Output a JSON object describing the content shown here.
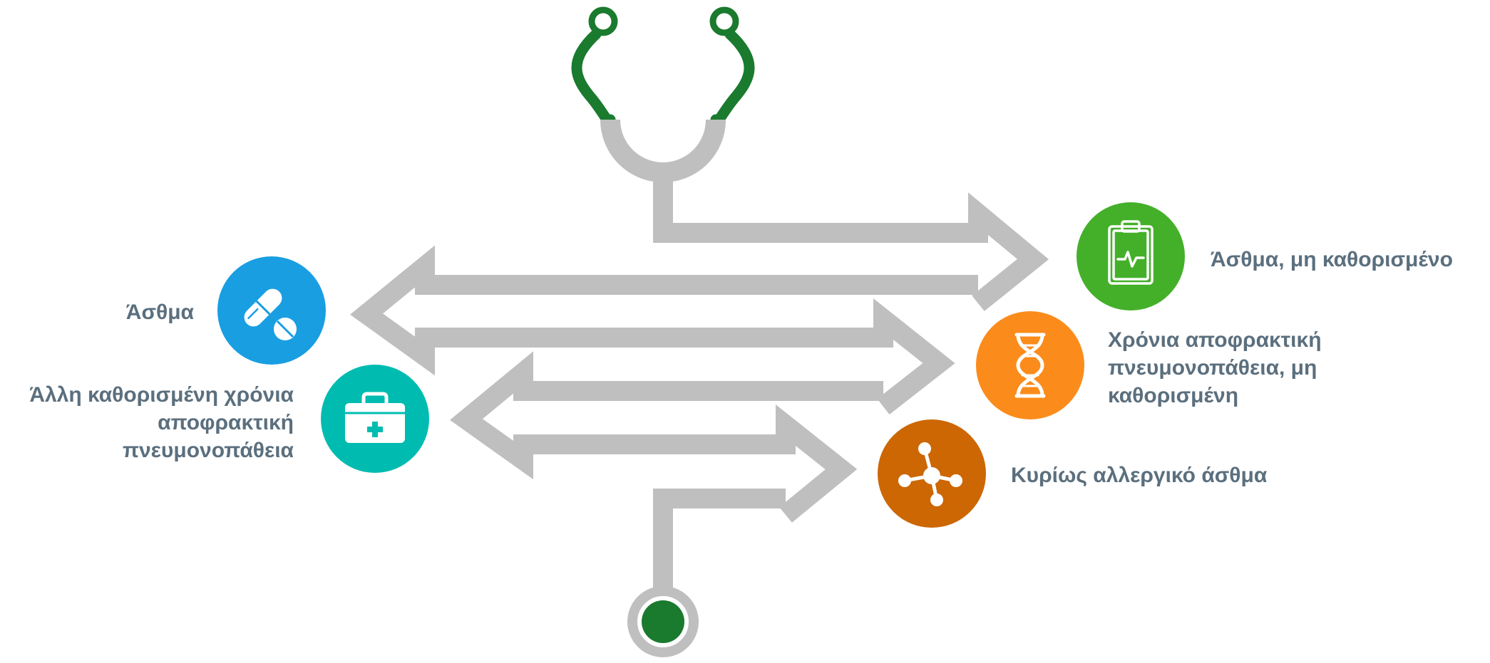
{
  "colors": {
    "gray": "#bfbfbf",
    "dark_green": "#1a7a2e",
    "text": "#5b6f7e",
    "green": "#44b02a",
    "orange": "#fb8c1c",
    "dark_orange": "#cc6703",
    "blue": "#199ee2",
    "teal": "#00bcb0"
  },
  "nodes": [
    {
      "id": "asthma-unspecified",
      "label": "Άσθμα, μη καθορισμένο",
      "icon": "clipboard-pulse-icon",
      "color": "#44b02a"
    },
    {
      "id": "asthma",
      "label": "Άσθμα",
      "icon": "pills-icon",
      "color": "#199ee2"
    },
    {
      "id": "copd-unspecified",
      "label": "Χρόνια αποφρακτική πνευμονοπάθεια, μη καθορισμένη",
      "icon": "dna-icon",
      "color": "#fb8c1c"
    },
    {
      "id": "other-copd",
      "label": "Άλλη καθορισμένη χρόνια αποφρακτική πνευμονοπάθεια",
      "icon": "first-aid-kit-icon",
      "color": "#00bcb0"
    },
    {
      "id": "allergic-asthma",
      "label": "Κυρίως αλλεργικό άσθμα",
      "icon": "molecule-icon",
      "color": "#cc6703"
    }
  ]
}
